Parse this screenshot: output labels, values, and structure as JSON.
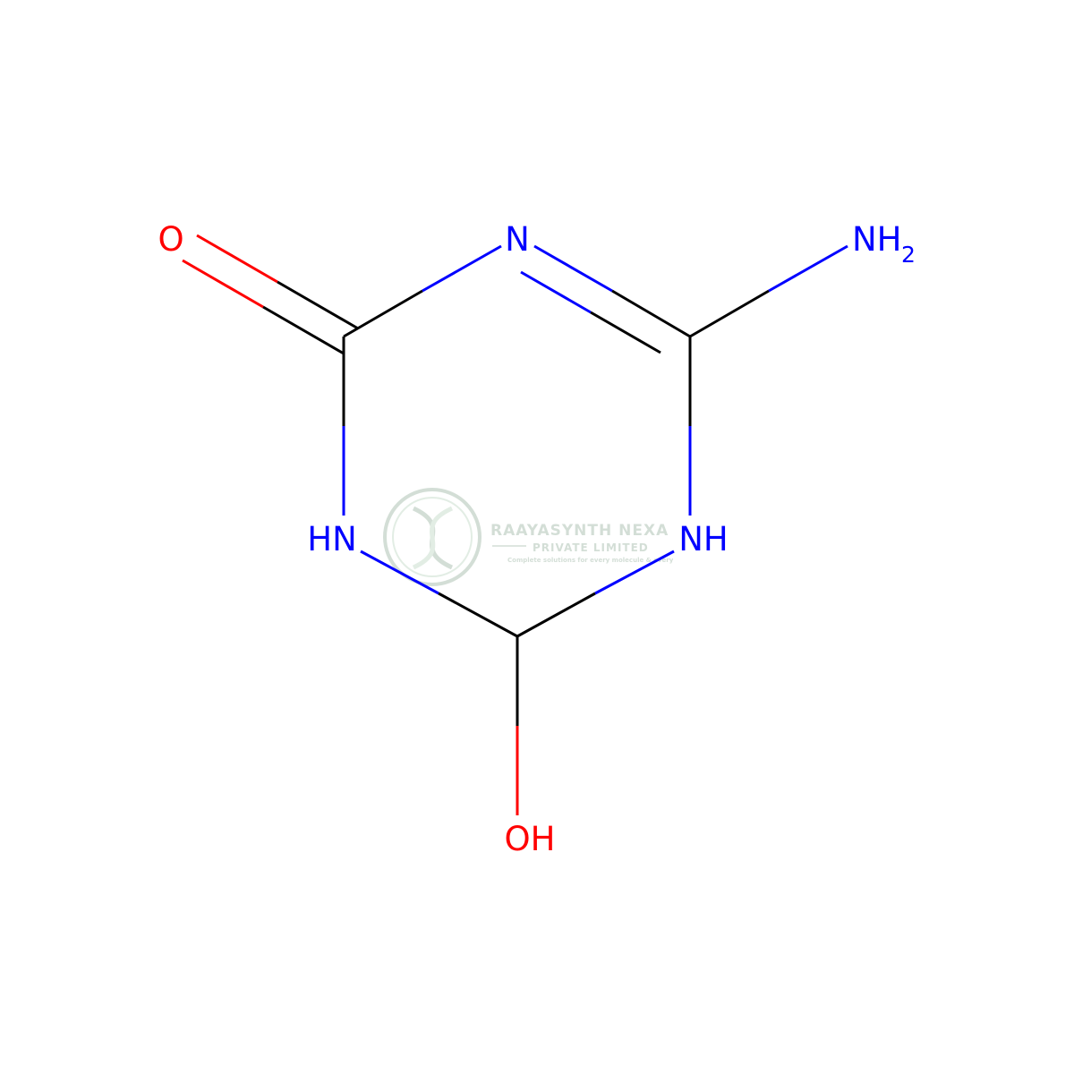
{
  "colors": {
    "background": "#FFFFFF",
    "carbon": "#000000",
    "nitrogen": "#0000FF",
    "oxygen": "#FF0000",
    "watermark": "#3C6E4A"
  },
  "atoms": {
    "o_carbonyl": "O",
    "n_top": "N",
    "nh2": "NH",
    "nh2_sub": "2",
    "nh_left": "HN",
    "nh_right": "NH",
    "oh": "OH"
  },
  "watermark": {
    "company": "RAAYASYNTH NEXA",
    "subtitle": "PRIVATE LIMITED",
    "tagline": "Complete solutions for every molecule & every"
  }
}
